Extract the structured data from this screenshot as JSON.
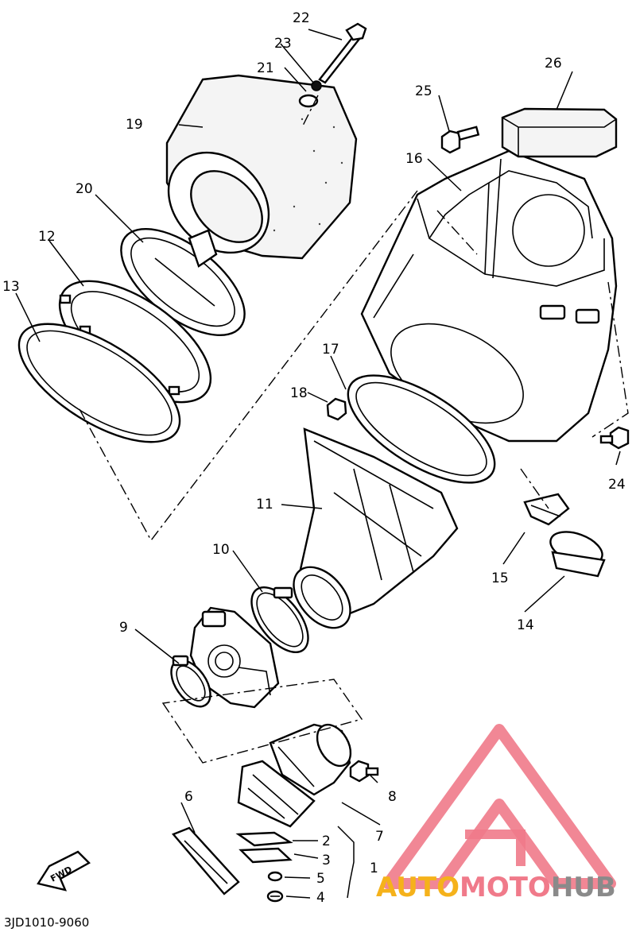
{
  "diagram": {
    "part_labels": [
      "1",
      "2",
      "3",
      "4",
      "5",
      "6",
      "7",
      "8",
      "9",
      "10",
      "11",
      "12",
      "13",
      "14",
      "15",
      "16",
      "17",
      "18",
      "19",
      "20",
      "21",
      "22",
      "23",
      "24",
      "25",
      "26"
    ],
    "diagram_code": "3JD1010-9060",
    "fwd_label": "FWD",
    "watermark": {
      "word_1": "AUTO",
      "word_2": "MOTO",
      "word_3": "HUB",
      "color_orange": "#f5b21b",
      "color_pink": "#f07a8a",
      "color_gray": "#8a8a8a"
    }
  }
}
